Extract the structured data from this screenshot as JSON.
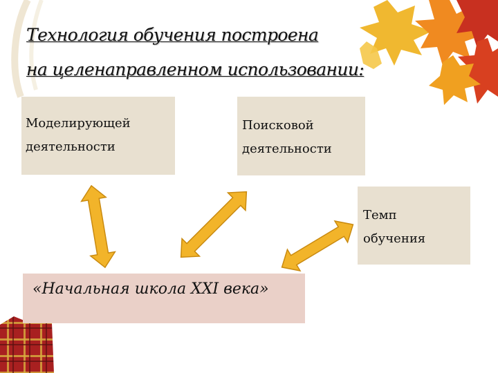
{
  "title": {
    "line1": "Технология обучения построена",
    "line2": "на целенаправленном использовании:"
  },
  "boxes": {
    "modeling": {
      "line1": "Моделирующей",
      "line2": "деятельности"
    },
    "search": {
      "line1": "Поисковой",
      "line2": "деятельности"
    },
    "tempo": {
      "line1": "Темп",
      "line2": "обучения"
    },
    "school": {
      "label": "«Начальная школа XXI века»"
    }
  },
  "colors": {
    "box_fill": "#e8e0d0",
    "school_box_fill": "#ead0c8",
    "arrow_fill": "#f2b42a",
    "arrow_stroke": "#c98a10",
    "leaf_orange": "#f0a020",
    "leaf_red": "#c83020",
    "plaid_red": "#a82020"
  },
  "icons": [
    "autumn-leaves-decoration",
    "plaid-pattern-decoration",
    "page-curl-decoration"
  ]
}
